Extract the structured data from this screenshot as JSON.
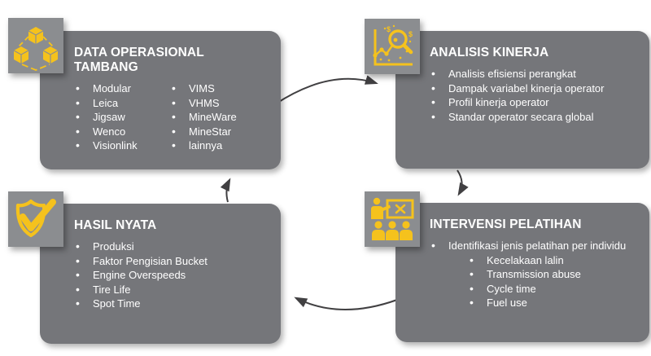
{
  "colors": {
    "box_bg": "#75767a",
    "icon_bg": "#8b8d90",
    "accent_yellow": "#f5c21d",
    "arrow": "#414042",
    "text": "#ffffff"
  },
  "icons": {
    "box1": "network-cubes-icon",
    "box2": "chart-magnifier-icon",
    "box3": "shield-check-icon",
    "box4": "training-presentation-icon"
  },
  "box1": {
    "title": "DATA OPERASIONAL TAMBANG",
    "col1": [
      "Modular",
      "Leica",
      "Jigsaw",
      "Wenco",
      "Visionlink"
    ],
    "col2": [
      "VIMS",
      "VHMS",
      "MineWare",
      "MineStar",
      "lainnya"
    ]
  },
  "box2": {
    "title": "ANALISIS KINERJA",
    "items": [
      "Analisis efisiensi perangkat",
      "Dampak variabel kinerja operator",
      "Profil kinerja operator",
      "Standar operator secara global"
    ]
  },
  "box3": {
    "title": "HASIL NYATA",
    "items": [
      "Produksi",
      "Faktor Pengisian Bucket",
      "Engine Overspeeds",
      "Tire Life",
      "Spot Time"
    ]
  },
  "box4": {
    "title": "INTERVENSI PELATIHAN",
    "lead": "Identifikasi jenis pelatihan per individu",
    "subitems": [
      "Kecelakaan lalin",
      "Transmission abuse",
      "Cycle time",
      "Fuel use"
    ]
  }
}
